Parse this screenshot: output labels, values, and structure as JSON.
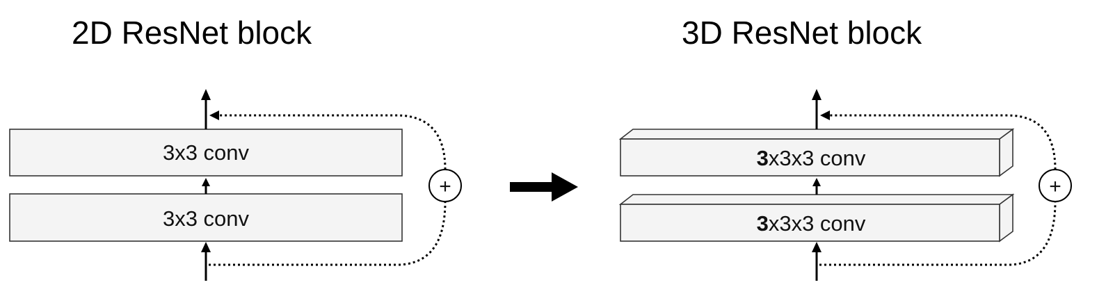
{
  "left_block": {
    "title": "2D ResNet block",
    "top_conv": {
      "label": "3x3 conv"
    },
    "bottom_conv": {
      "label": "3x3 conv"
    },
    "sum_symbol": "+"
  },
  "right_block": {
    "title": "3D ResNet block",
    "top_conv": {
      "bold_prefix": "3",
      "label_rest": "x3x3 conv"
    },
    "bottom_conv": {
      "bold_prefix": "3",
      "label_rest": "x3x3 conv"
    },
    "sum_symbol": "+"
  },
  "colors": {
    "box_fill": "#f4f4f4",
    "stroke": "#333333",
    "arrow": "#000000"
  }
}
